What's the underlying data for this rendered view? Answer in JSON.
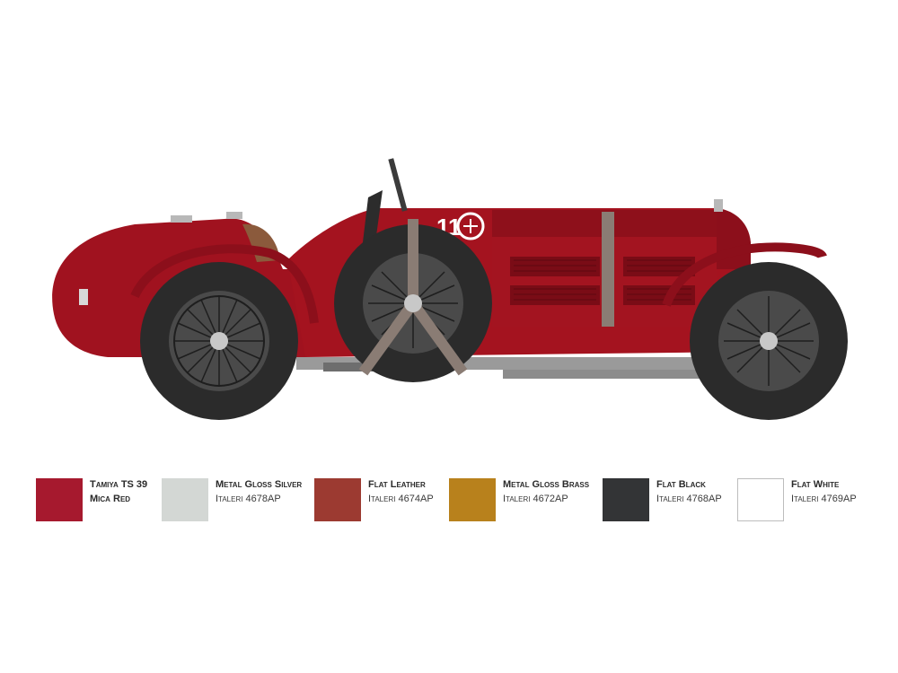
{
  "illustration": {
    "icon": "red-vintage-race-car",
    "race_number": "11",
    "colors": {
      "body": "#a0121f",
      "body_dark": "#7c0d17",
      "tire": "#2b2b2b",
      "strap": "#8a7c74",
      "leather": "#8b5a3c",
      "metal": "#b8b8b8"
    }
  },
  "legend": {
    "items": [
      {
        "name": "Tamiya TS 39",
        "name2": "Mica Red",
        "code": "",
        "color": "#a6192e",
        "outlined": false
      },
      {
        "name": "Metal Gloss Silver",
        "name2": "",
        "code": "Italeri 4678AP",
        "color": "#d3d7d4",
        "outlined": false
      },
      {
        "name": "Flat Leather",
        "name2": "",
        "code": "Italeri 4674AP",
        "color": "#9c3a31",
        "outlined": false
      },
      {
        "name": "Metal Gloss Brass",
        "name2": "",
        "code": "Italeri 4672AP",
        "color": "#b8811c",
        "outlined": false
      },
      {
        "name": "Flat Black",
        "name2": "",
        "code": "Italeri 4768AP",
        "color": "#333436",
        "outlined": false
      },
      {
        "name": "Flat White",
        "name2": "",
        "code": "Italeri 4769AP",
        "color": "#ffffff",
        "outlined": true
      }
    ]
  }
}
